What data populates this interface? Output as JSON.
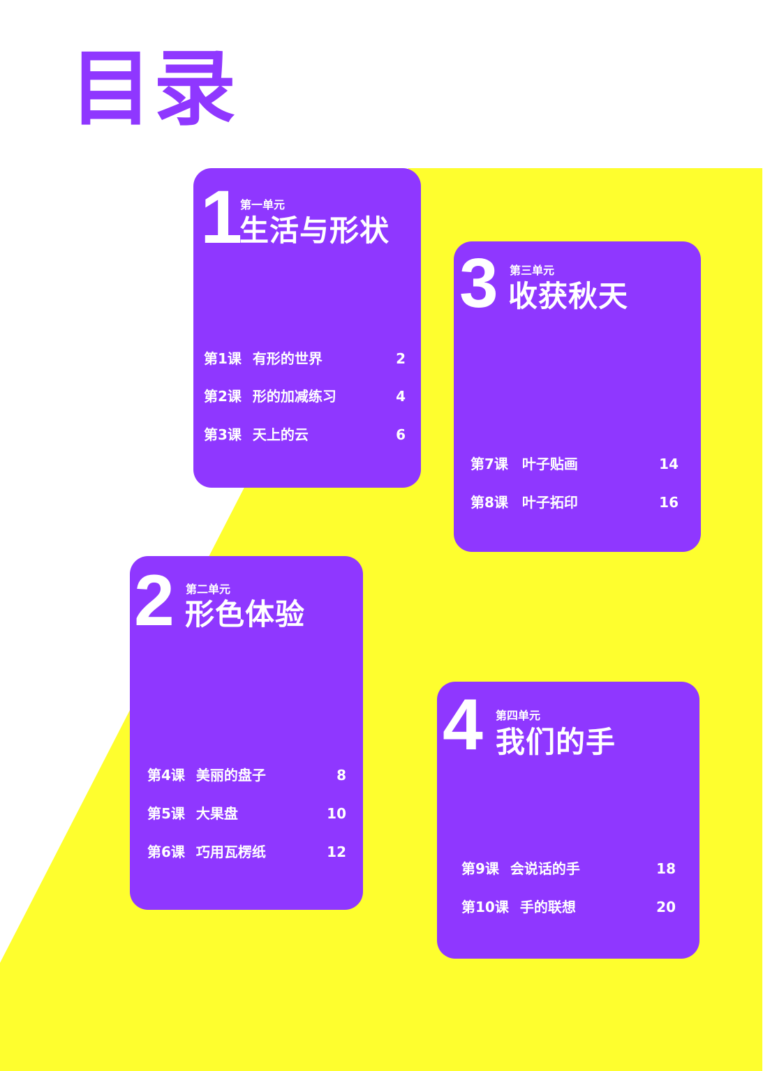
{
  "page": {
    "title": "目录",
    "colors": {
      "accent": "#8f37ff",
      "highlight": "#fefe2e",
      "background": "#ffffff",
      "text_on_card": "#ffffff"
    }
  },
  "units": [
    {
      "number": "1",
      "label": "第一单元",
      "title": "生活与形状",
      "lessons": [
        {
          "no": "第1课",
          "title": "有形的世界",
          "page": "2"
        },
        {
          "no": "第2课",
          "title": "形的加减练习",
          "page": "4"
        },
        {
          "no": "第3课",
          "title": "天上的云",
          "page": "6"
        }
      ]
    },
    {
      "number": "2",
      "label": "第二单元",
      "title": "形色体验",
      "lessons": [
        {
          "no": "第4课",
          "title": "美丽的盘子",
          "page": "8"
        },
        {
          "no": "第5课",
          "title": "大果盘",
          "page": "10"
        },
        {
          "no": "第6课",
          "title": "巧用瓦楞纸",
          "page": "12"
        }
      ]
    },
    {
      "number": "3",
      "label": "第三单元",
      "title": "收获秋天",
      "lessons": [
        {
          "no": "第7课",
          "title": "叶子贴画",
          "page": "14"
        },
        {
          "no": "第8课",
          "title": "叶子拓印",
          "page": "16"
        }
      ]
    },
    {
      "number": "4",
      "label": "第四单元",
      "title": "我们的手",
      "lessons": [
        {
          "no": "第9课",
          "title": "会说话的手",
          "page": "18"
        },
        {
          "no": "第10课",
          "title": "手的联想",
          "page": "20"
        }
      ]
    }
  ]
}
